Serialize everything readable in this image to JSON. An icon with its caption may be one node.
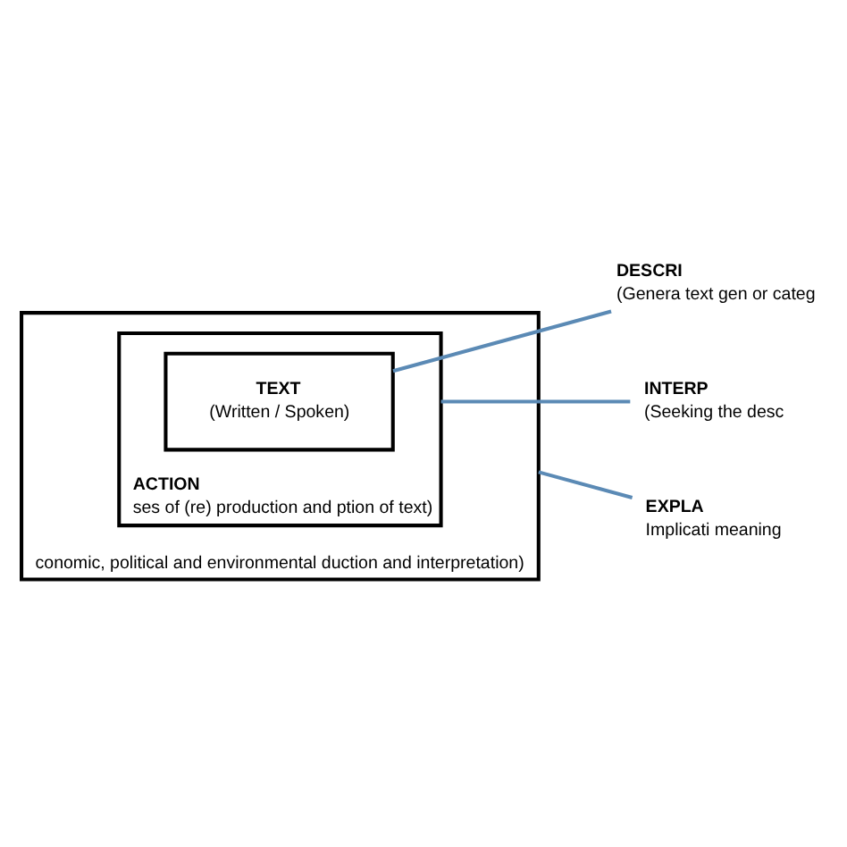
{
  "diagram": {
    "nodes": [
      {
        "text": [
          "conomic, political and environmental duction and interpretation)"
        ]
      },
      {
        "text": [
          "ACTION",
          "ses of (re) production and ption of text)"
        ],
        "in": 0
      },
      {
        "text": [
          "TEXT",
          "(Written / Spoken)"
        ],
        "in": 1
      },
      {
        "text": [
          "DESCRI",
          "(Genera text gen or categ"
        ]
      },
      {
        "text": [
          "INTERP",
          "(Seeking the desc"
        ]
      },
      {
        "text": [
          "EXPLA",
          "Implicati meaning"
        ]
      }
    ],
    "edges": [
      {
        "from": 2,
        "to": 3,
        "arrow": "none"
      },
      {
        "from": 1,
        "to": 4,
        "arrow": "none"
      },
      {
        "from": 0,
        "to": 5,
        "arrow": "none"
      }
    ]
  }
}
